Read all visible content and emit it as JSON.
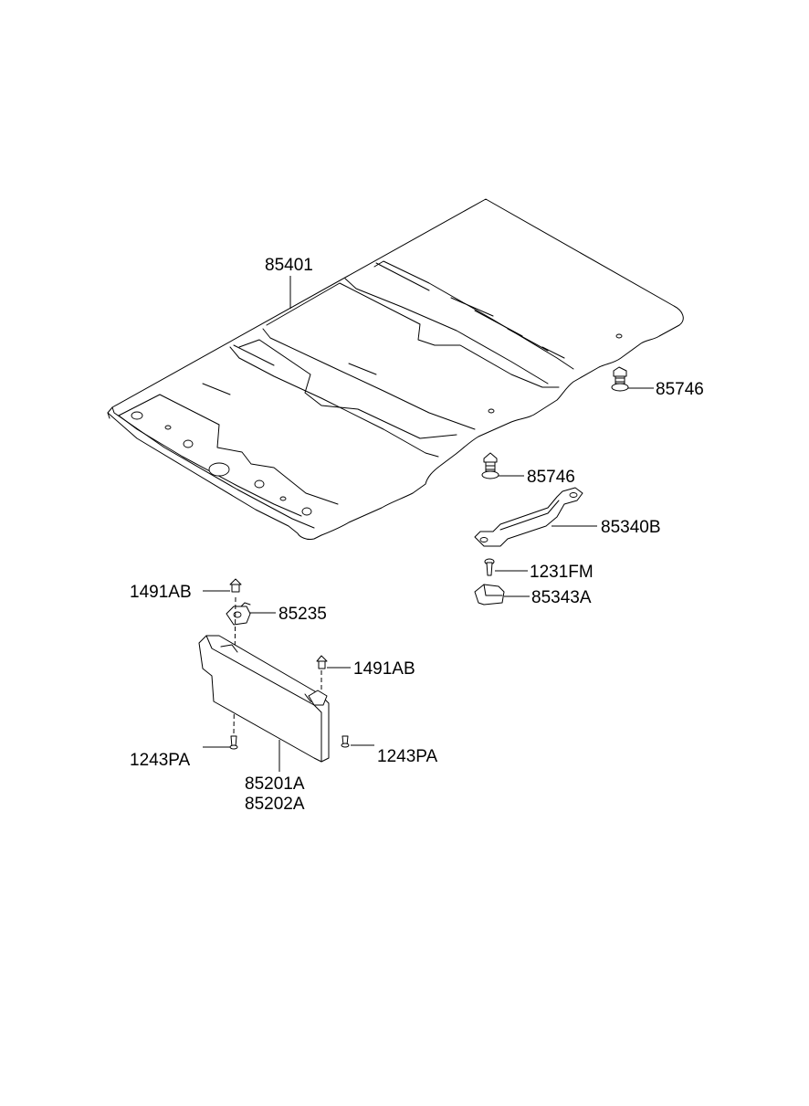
{
  "labels": {
    "headliner": "85401",
    "clip_upper": "85746",
    "clip_lower": "85746",
    "assist_handle": "85340B",
    "handle_screw": "1231FM",
    "handle_cover": "85343A",
    "sunvisor_screw_left": "1491AB",
    "sunvisor_retainer": "85235",
    "sunvisor_screw_right": "1491AB",
    "sunvisor_bolt_left": "1243PA",
    "sunvisor_bolt_right": "1243PA",
    "sunvisor_lh": "85201A",
    "sunvisor_rh": "85202A"
  }
}
